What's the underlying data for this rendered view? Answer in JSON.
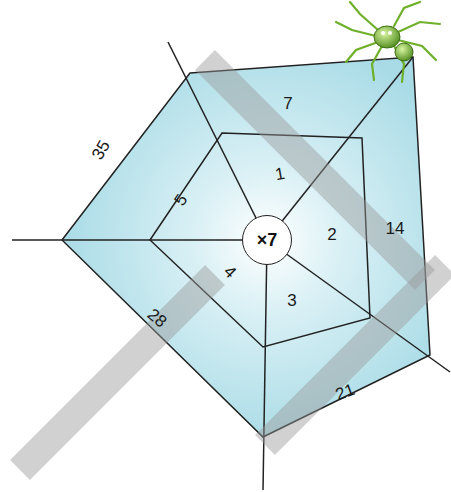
{
  "diagram": {
    "nodes": [
      {
        "text": [
          "×7"
        ]
      }
    ],
    "labels": [
      "1",
      "2",
      "3",
      "4",
      "5",
      "7",
      "14",
      "21",
      "28",
      "35"
    ]
  }
}
